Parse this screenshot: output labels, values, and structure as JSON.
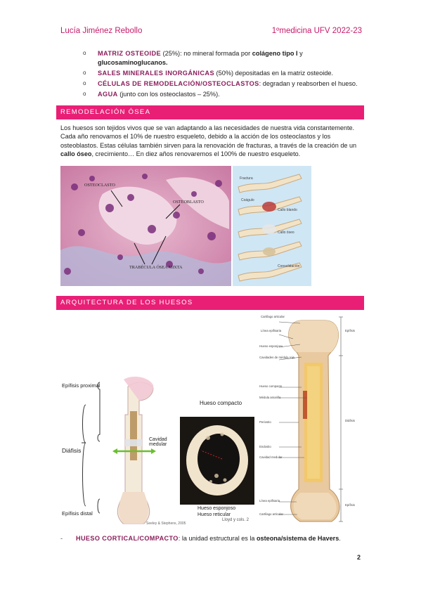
{
  "header": {
    "left": "Lucía Jiménez Rebollo",
    "right": "1ºmedicina UFV 2022-23"
  },
  "bullets": [
    {
      "mark": "o",
      "kw": "MATRIZ OSTEOIDE",
      "t1": " (25%): no mineral formada por ",
      "b1": "colágeno tipo I",
      "t2": " y ",
      "b2": "glucosaminoglucanos."
    },
    {
      "mark": "o",
      "kw": "SALES MINERALES INORGÁNICAS",
      "t1": " (50%) depositadas en la matriz osteoide."
    },
    {
      "mark": "o",
      "kw": "CÉLULAS DE REMODELACIÓN/OSTEOCLASTOS",
      "t1": ": degradan y reabsorben el hueso."
    },
    {
      "mark": "o",
      "kw": "AGUA",
      "t1": " (junto con los osteoclastos – 25%)."
    }
  ],
  "sections": {
    "remodel": "REMODELACIÓN ÓSEA",
    "arch": "ARQUITECTURA DE LOS HUESOS"
  },
  "paragraph": {
    "t1": "Los huesos son tejidos vivos que se van adaptando a las necesidades de nuestra vida constantemente. Cada año renovamos el 10% de nuestro esqueleto, debido a la acción de los osteoclastos y los osteoblastos. Estas células también sirven para la renovación de fracturas, a través de la creación de un ",
    "b1": "callo óseo",
    "t2": ", crecimiento… En diez años renovaremos el 100% de nuestro esqueleto."
  },
  "histology": {
    "l1": "OSTEOCLASTO",
    "l2": "OSTEOBLASTO",
    "l3": "TRABÉCULA ÓSEA MIXTA"
  },
  "fracture": {
    "l1": "Fractura",
    "l2": "Coágulo",
    "l3": "Callo blando",
    "l4": "Callo óseo",
    "l5": "Consolidación"
  },
  "femur": {
    "epi_prox": "Epífisis proximal",
    "diafisis": "Diáfisis",
    "epi_dist": "Epífisis distal",
    "cavidad": "Cavidad medular",
    "credit": "Seeley & Stephens, 2005"
  },
  "cross": {
    "compacto": "Hueso compacto",
    "esponjoso": "Hueso esponjoso",
    "esponjoso2": "Hueso reticular",
    "credit": "Lloyd y cols. 2"
  },
  "long_bone": {
    "left": [
      "Cartílago articular",
      "Línea epifisaria",
      "Hueso esponjoso",
      "Cavidades de médula roja",
      "Hueso compacto",
      "Médula amarilla",
      "Periostio",
      "Endostio",
      "Cavidad medular",
      "Línea epifisaria",
      "Cartílago articular"
    ],
    "right": [
      "Epífisis",
      "Diáfisis",
      "Epífisis"
    ]
  },
  "footer": {
    "dash": "-",
    "kw": "HUESO CORTICAL/COMPACTO",
    "t1": ": la unidad estructural es la ",
    "b1": "osteona/sistema de Havers",
    "t2": "."
  },
  "page_number": "2",
  "colors": {
    "accent": "#e91f76",
    "header": "#c51a6a",
    "keyword": "#8a1d5a"
  }
}
